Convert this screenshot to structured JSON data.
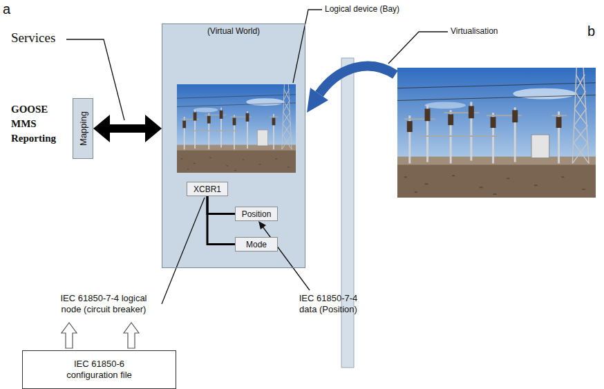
{
  "diagram": {
    "nodes": [
      {
        "text": [
          "Mapping"
        ]
      },
      {
        "text": [
          "(Virtual World)"
        ]
      },
      {
        "text": [
          "XCBR1"
        ],
        "in": 1
      },
      {
        "text": [
          "Position"
        ],
        "in": 1
      },
      {
        "text": [
          "Mode"
        ],
        "in": 1
      },
      {
        "text": [
          "IEC 61850-6 configuration file"
        ]
      }
    ],
    "edges": [
      {
        "from": 0,
        "to": 1,
        "arrow": "both"
      },
      {
        "from": 2,
        "to": 3,
        "arrow": "none"
      },
      {
        "from": 2,
        "to": 4,
        "arrow": "none"
      }
    ],
    "labels": [
      "a",
      "b",
      "Services",
      "GOOSE MMS Reporting",
      "Logical device (Bay)",
      "Virtualisation",
      "IEC 61850-7-4 logical node (circuit breaker)",
      "IEC 61850-7-4 data (Position)"
    ]
  }
}
